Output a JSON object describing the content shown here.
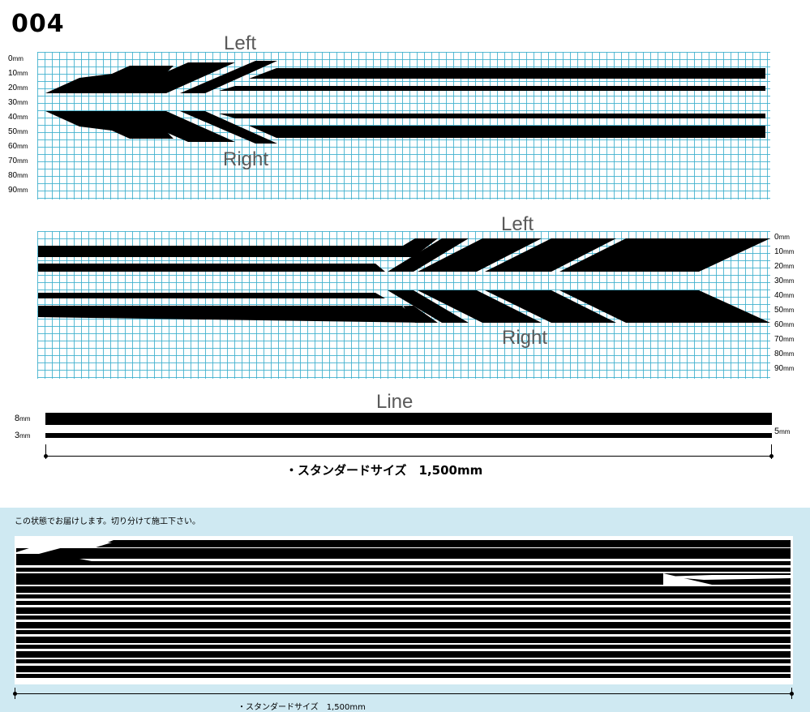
{
  "title": "004",
  "y_axis_left": [
    "0",
    "10",
    "20",
    "30",
    "40",
    "50",
    "60",
    "70",
    "80",
    "90"
  ],
  "y_axis_right": [
    "0",
    "10",
    "20",
    "30",
    "40",
    "50",
    "60",
    "70",
    "80",
    "90"
  ],
  "unit": "mm",
  "design1": {
    "left_label": "Left",
    "right_label": "Right"
  },
  "design2": {
    "left_label": "Left",
    "right_label": "Right"
  },
  "line_section": {
    "label": "Line",
    "thick_label": "8",
    "thin_label": "3",
    "gap_label": "5"
  },
  "standard_size": "・スタンダードサイズ　1,500mm",
  "panel": {
    "note": "この状態でお届けします。切り分けて施工下さい。",
    "standard_size": "・スタンダードサイズ　1,500mm"
  },
  "colors": {
    "grid": "#3cafcd",
    "decal": "#000000",
    "panel_bg": "#cfe9f2"
  }
}
